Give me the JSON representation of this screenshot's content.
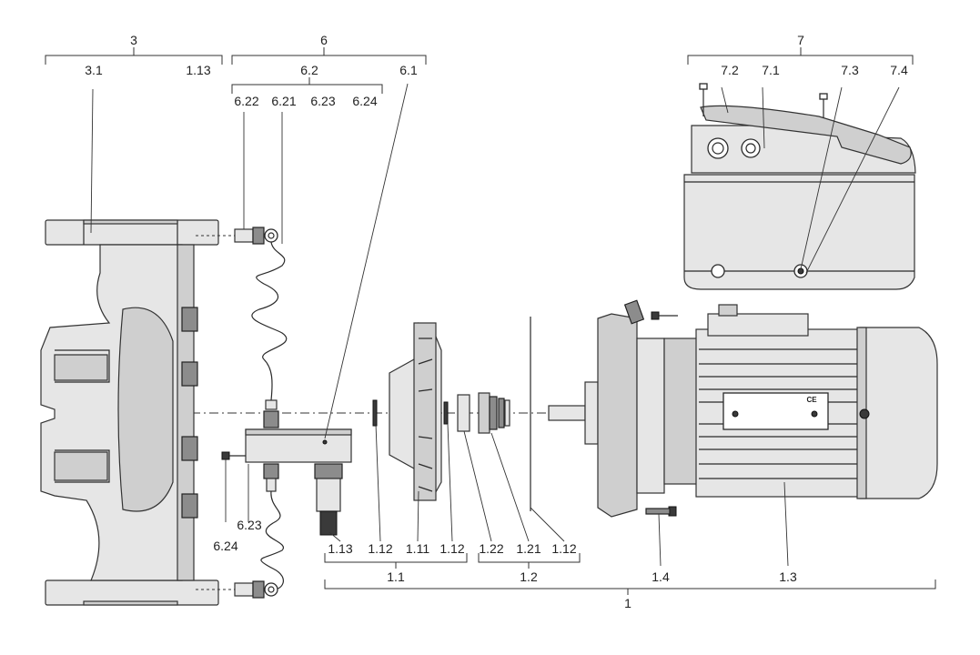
{
  "labels": {
    "g3": "3",
    "g3_1": "3.1",
    "g1_13_top": "1.13",
    "g6": "6",
    "g6_2": "6.2",
    "g6_1": "6.1",
    "g6_22": "6.22",
    "g6_21": "6.21",
    "g6_23_top": "6.23",
    "g6_24_top": "6.24",
    "g7": "7",
    "g7_2": "7.2",
    "g7_1": "7.1",
    "g7_3": "7.3",
    "g7_4": "7.4",
    "g6_24_bottom": "6.24",
    "g6_23_bottom": "6.23",
    "g1_13": "1.13",
    "g1_12_a": "1.12",
    "g1_11": "1.11",
    "g1_12_b": "1.12",
    "g1_22": "1.22",
    "g1_21": "1.21",
    "g1_12_c": "1.12",
    "g1_1": "1.1",
    "g1_2": "1.2",
    "g1_4": "1.4",
    "g1_3": "1.3",
    "g1": "1"
  },
  "nameplate_mark": "CE"
}
